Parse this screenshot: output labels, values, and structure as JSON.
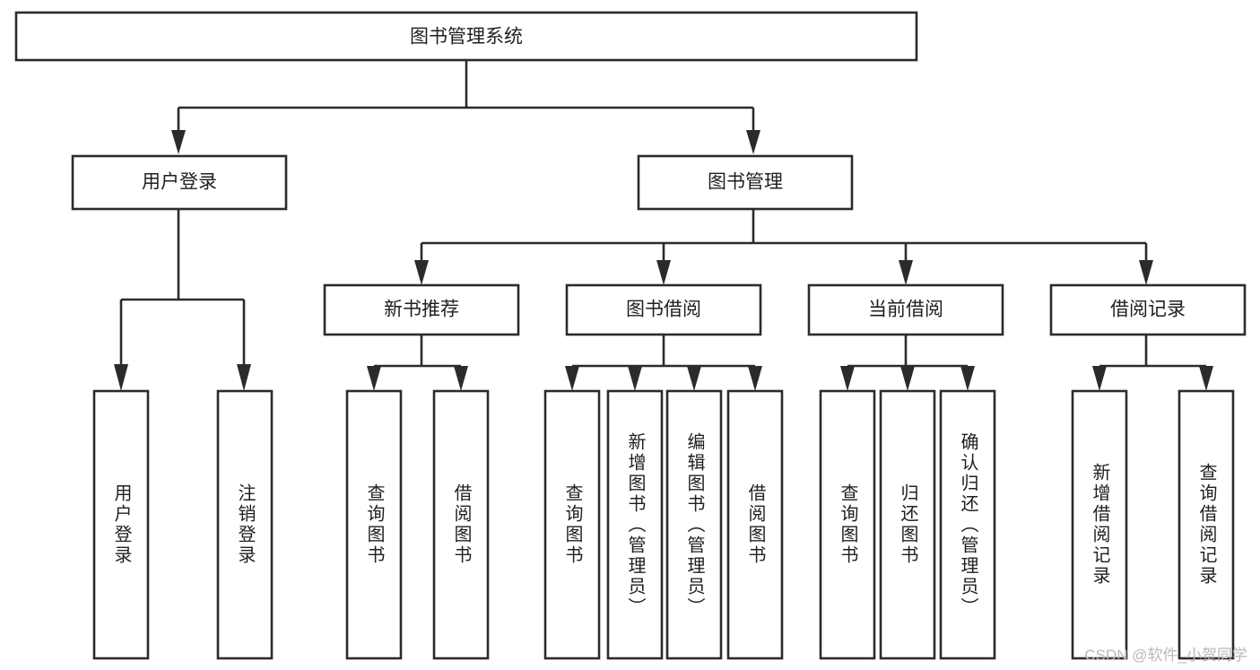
{
  "diagram": {
    "type": "tree-hierarchy-chart",
    "title": "图书管理系统",
    "orientation": "top-down",
    "colors": {
      "box_stroke": "#2b2b2b",
      "box_fill": "#ffffff",
      "text": "#1f1f1f",
      "connector": "#2b2b2b",
      "background": "#ffffff",
      "watermark": "#b9b9b9"
    },
    "root": {
      "id": "root",
      "label": "图书管理系统"
    },
    "level1": [
      {
        "id": "l1-0",
        "label": "用户登录"
      },
      {
        "id": "l1-1",
        "label": "图书管理"
      }
    ],
    "level2": [
      {
        "id": "l2-0",
        "label": "新书推荐",
        "parent": "l1-1"
      },
      {
        "id": "l2-1",
        "label": "图书借阅",
        "parent": "l1-1"
      },
      {
        "id": "l2-2",
        "label": "当前借阅",
        "parent": "l1-1"
      },
      {
        "id": "l2-3",
        "label": "借阅记录",
        "parent": "l1-1"
      }
    ],
    "leaves": [
      {
        "id": "lf-0",
        "label": "用户登录",
        "parent": "l1-0"
      },
      {
        "id": "lf-1",
        "label": "注销登录",
        "parent": "l1-0"
      },
      {
        "id": "lf-2",
        "label": "查询图书",
        "parent": "l2-0"
      },
      {
        "id": "lf-3",
        "label": "借阅图书",
        "parent": "l2-0"
      },
      {
        "id": "lf-4",
        "label": "查询图书",
        "parent": "l2-1"
      },
      {
        "id": "lf-5",
        "label": "新增图书（管理员）",
        "parent": "l2-1"
      },
      {
        "id": "lf-6",
        "label": "编辑图书（管理员）",
        "parent": "l2-1"
      },
      {
        "id": "lf-7",
        "label": "借阅图书",
        "parent": "l2-1"
      },
      {
        "id": "lf-8",
        "label": "查询图书",
        "parent": "l2-2"
      },
      {
        "id": "lf-9",
        "label": "归还图书",
        "parent": "l2-2"
      },
      {
        "id": "lf-10",
        "label": "确认归还（管理员）",
        "parent": "l2-2"
      },
      {
        "id": "lf-11",
        "label": "新增借阅记录",
        "parent": "l2-3"
      },
      {
        "id": "lf-12",
        "label": "查询借阅记录",
        "parent": "l2-3"
      }
    ],
    "watermark": "CSDN @软件_小贺同学"
  }
}
